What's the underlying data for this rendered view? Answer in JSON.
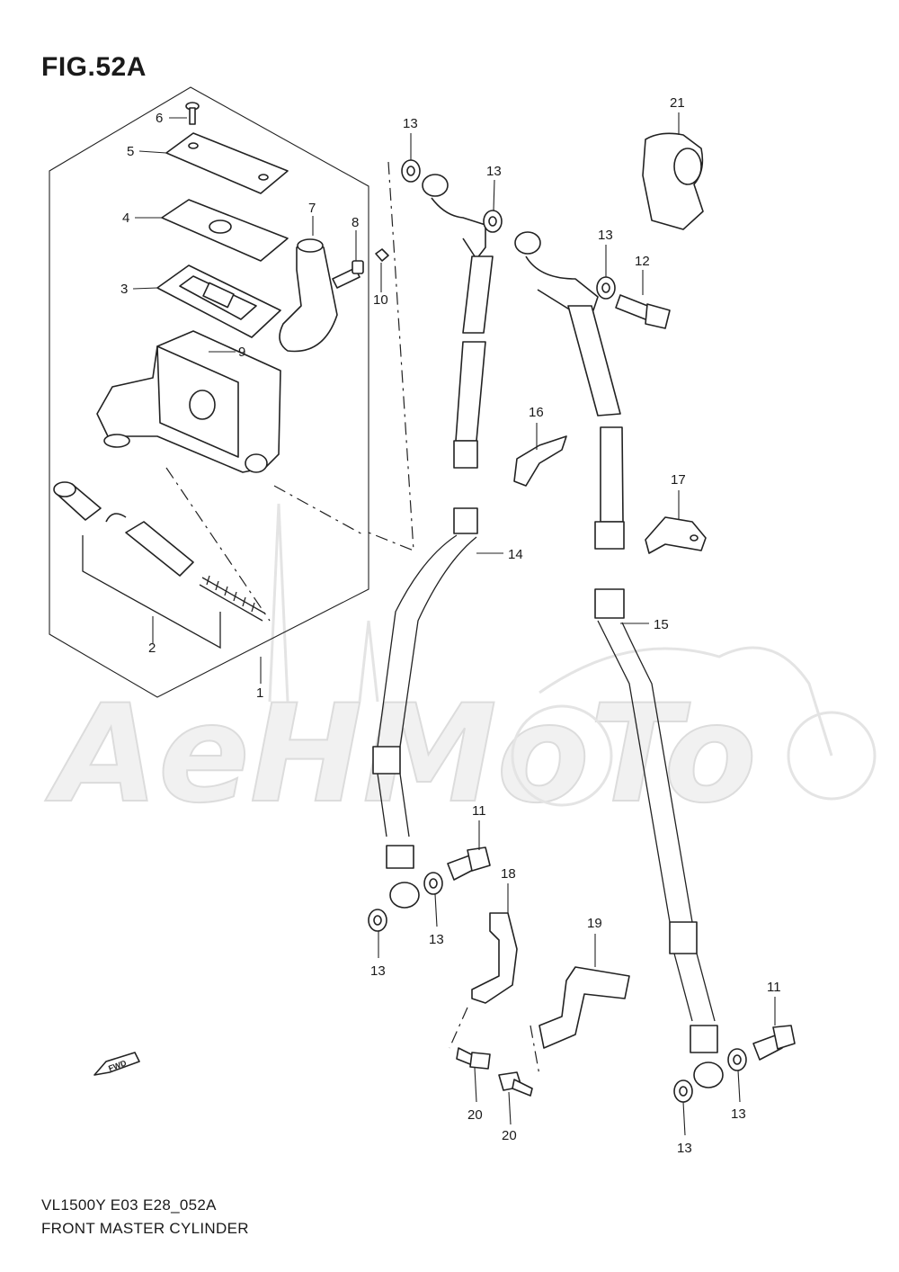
{
  "figure": {
    "title": "FIG.52A",
    "model_code": "VL1500Y  E03  E28_052A",
    "assembly_name": "FRONT MASTER CYLINDER"
  },
  "watermark": {
    "text": "AeHMoTo"
  },
  "fwd_badge": {
    "text": "FWD"
  },
  "callouts": {
    "p1": "1",
    "p2": "2",
    "p3": "3",
    "p4": "4",
    "p5": "5",
    "p6": "6",
    "p7": "7",
    "p8": "8",
    "p9": "9",
    "p10": "10",
    "p11a": "11",
    "p11b": "11",
    "p12": "12",
    "p13a": "13",
    "p13b": "13",
    "p13c": "13",
    "p13d": "13",
    "p13e": "13",
    "p13f": "13",
    "p13g": "13",
    "p14": "14",
    "p15": "15",
    "p16": "16",
    "p17": "17",
    "p18": "18",
    "p19": "19",
    "p20a": "20",
    "p20b": "20",
    "p21": "21"
  }
}
